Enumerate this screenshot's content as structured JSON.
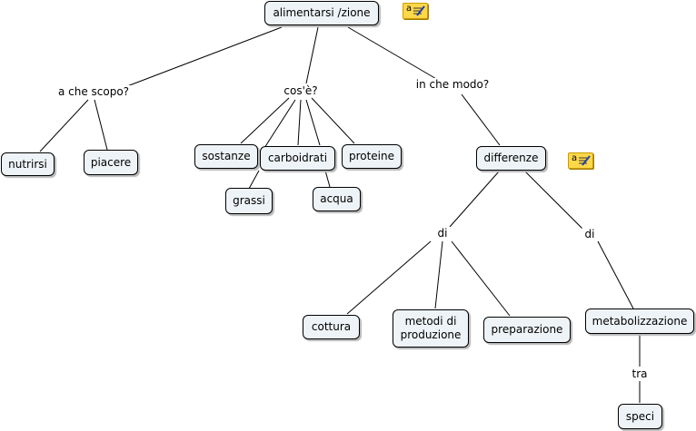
{
  "concept_map": {
    "concepts": {
      "root": "alimentarsi /zione",
      "nutrirsi": "nutrirsi",
      "piacere": "piacere",
      "sostanze": "sostanze",
      "carboidrati": "carboidrati",
      "proteine": "proteine",
      "grassi": "grassi",
      "acqua": "acqua",
      "differenze": "differenze",
      "cottura": "cottura",
      "metodi": "metodi di\nproduzione",
      "preparazione": "preparazione",
      "metabolizzazione": "metabolizzazione",
      "speci": "speci"
    },
    "linking_phrases": {
      "scopo": "a che scopo?",
      "cose": "cos'è?",
      "modo": "in che modo?",
      "di_left": "di",
      "di_right": "di",
      "tra": "tra"
    },
    "icons": {
      "root_note": "annotation-note-icon",
      "differenze_note": "annotation-note-icon"
    },
    "colors": {
      "node_fill": "#eef3f7",
      "node_border": "#000000",
      "link": "#000000",
      "note_icon": "#ffd84a"
    }
  }
}
